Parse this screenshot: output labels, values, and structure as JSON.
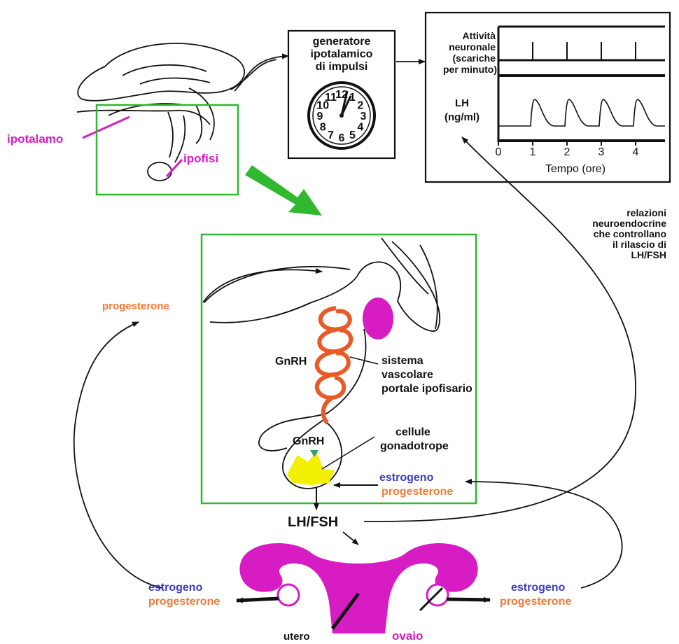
{
  "colors": {
    "magenta": "#d81cc4",
    "orange": "#f07a36",
    "blue": "#3b3bc4",
    "green": "#2fb830",
    "yellow": "#f2ef00",
    "coil": "#e85a26",
    "black": "#111111"
  },
  "brain": {
    "ipotalamo": "ipotalamo",
    "ipofisi": "ipofisi"
  },
  "generator": {
    "line1": "generatore",
    "line2": "ipotalamico",
    "line3": "di impulsi",
    "clock_numbers": [
      "12",
      "1",
      "2",
      "3",
      "4",
      "5",
      "6",
      "7",
      "8",
      "9",
      "10",
      "11"
    ]
  },
  "pulse_chart": {
    "label_activity": [
      "Attività",
      "neuronale",
      "(scariche",
      "per minuto)"
    ],
    "label_lh": [
      "LH",
      "(ng/ml)"
    ],
    "x_ticks": [
      "0",
      "1",
      "2",
      "3",
      "4"
    ],
    "xlabel": "Tempo (ore)"
  },
  "chart_data": {
    "type": "line",
    "x_ticks": [
      0,
      1,
      2,
      3,
      4
    ],
    "xlabel": "Tempo (ore)",
    "series": [
      {
        "name": "Attività neuronale (scariche per minuto)",
        "pulse_times": [
          1,
          2,
          3,
          4
        ]
      },
      {
        "name": "LH (ng/ml)",
        "pulse_times": [
          1,
          2,
          3,
          4
        ]
      }
    ]
  },
  "relations": [
    "relazioni",
    "neuroendocrine",
    "che controllano",
    "il rilascio di",
    "LH/FSH"
  ],
  "detail": {
    "progesterone_left": "progesterone",
    "gnrh_top": "GnRH",
    "portal": [
      "sistema",
      "vascolare",
      "portale ipofisario"
    ],
    "gnrh_bottom": "GnRH",
    "cells": [
      "cellule",
      "gonadotrope"
    ],
    "estrogeno": "estrogeno",
    "progesterone": "progesterone"
  },
  "lhfsh": "LH/FSH",
  "bottom": {
    "left_estrogeno": "estrogeno",
    "left_progesterone": "progesterone",
    "right_estrogeno": "estrogeno",
    "right_progesterone": "progesterone",
    "utero": "utero",
    "ovaio": "ovaio"
  }
}
